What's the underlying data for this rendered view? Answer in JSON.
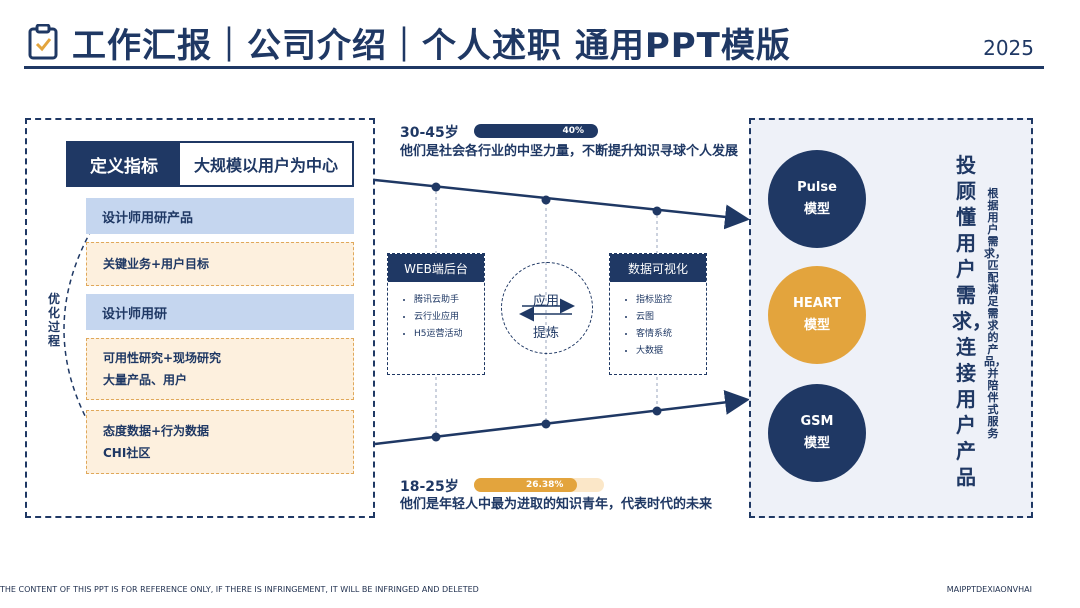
{
  "header": {
    "title": "工作汇报｜公司介绍｜个人述职 通用PPT模版",
    "year": "2025"
  },
  "left_panel": {
    "define_label": "定义指标",
    "define_value": "大规模以用户为中心",
    "optimize_label": "优化过程",
    "rows": [
      {
        "type": "blue",
        "lines": [
          "设计师用研产品"
        ]
      },
      {
        "type": "peach",
        "lines": [
          "关键业务+用户目标"
        ]
      },
      {
        "type": "blue",
        "lines": [
          "设计师用研"
        ]
      },
      {
        "type": "peach",
        "lines": [
          "可用性研究+现场研究",
          "大量产品、用户"
        ]
      },
      {
        "type": "peach",
        "lines": [
          "态度数据+行为数据",
          "CHI社区"
        ]
      }
    ]
  },
  "middle": {
    "top_age": "30-45岁",
    "top_percent": "40%",
    "top_percent_value": 40,
    "top_desc": "他们是社会各行业的中坚力量，不断提升知识寻球个人发展",
    "bottom_age": "18-25岁",
    "bottom_percent": "26.38%",
    "bottom_percent_value": 26.38,
    "bottom_desc": "他们是年轻人中最为进取的知识青年，代表时代的未来",
    "box_left": {
      "title": "WEB端后台",
      "items": [
        "腾讯云助手",
        "云行业应用",
        "H5运营活动"
      ]
    },
    "box_right": {
      "title": "数据可视化",
      "items": [
        "指标监控",
        "云图",
        "客情系统",
        "大数据"
      ]
    },
    "center_top": "应用",
    "center_bottom": "提炼"
  },
  "right_panel": {
    "circles": [
      {
        "name": "Pulse",
        "sub": "模型",
        "color": "#1f3864"
      },
      {
        "name": "HEART",
        "sub": "模型",
        "color": "#e3a43d"
      },
      {
        "name": "GSM",
        "sub": "模型",
        "color": "#1f3864"
      }
    ],
    "big_text": "投顾懂用户需求，连接用户产品",
    "small_text": "根据用户需求，匹配满足需求的产品，并陪伴式服务"
  },
  "footer": {
    "left": "THE CONTENT OF THIS PPT IS FOR REFERENCE ONLY, IF THERE IS INFRINGEMENT, IT WILL BE INFRINGED AND DELETED",
    "right": "MAIPPTDEXIAONVHAI"
  },
  "colors": {
    "navy": "#1f3864",
    "gold": "#e3a43d",
    "light_blue": "#c5d6ef",
    "peach": "#fdf0de"
  }
}
